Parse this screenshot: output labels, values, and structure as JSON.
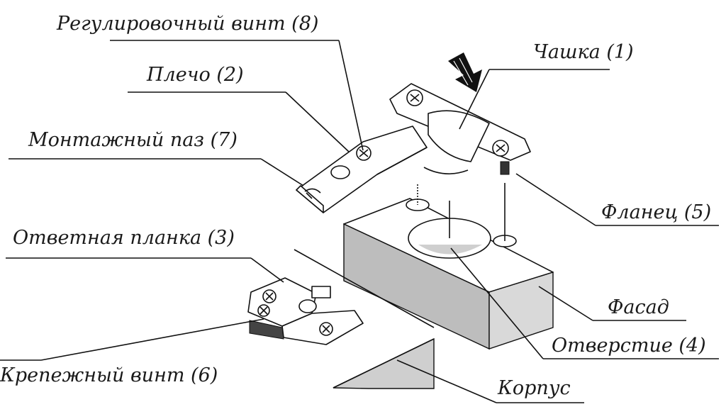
{
  "labels": {
    "cup": "Чашка (1)",
    "arm": "Плечо (2)",
    "mounting_plate": "Ответная планка (3)",
    "hole": "Отверстие (4)",
    "flange": "Фланец (5)",
    "fixing_screw": "Крепежный винт (6)",
    "mounting_slot": "Монтажный паз (7)",
    "adjusting_screw": "Регулировочный винт (8)",
    "facade": "Фасад",
    "cabinet": "Корпус"
  },
  "colors": {
    "line": "#111111",
    "panel_gray": "#cfcfcf",
    "panel_dark": "#a8a8a8",
    "background": "#ffffff"
  }
}
